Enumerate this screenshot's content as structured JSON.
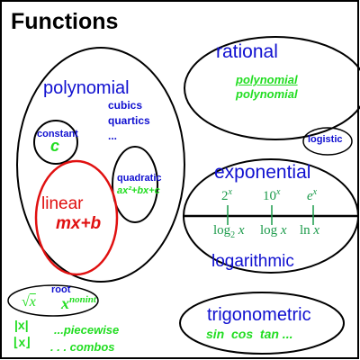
{
  "title": "Functions",
  "rational": {
    "label": "rational",
    "numerator": "polynomial",
    "denominator": "polynomial"
  },
  "polynomial": {
    "label": "polynomial",
    "more": [
      "cubics",
      "quartics",
      "..."
    ],
    "constant": {
      "label": "constant",
      "formula": "c"
    },
    "quadratic": {
      "label": "quadratic",
      "formula": "ax²+bx+c"
    },
    "linear": {
      "label": "linear",
      "formula": "mx+b"
    }
  },
  "logistic": "logistic",
  "exponential": {
    "label": "exponential",
    "top": [
      "2",
      "10",
      "e"
    ],
    "top_exp": "x",
    "bottom": [
      {
        "fn": "log",
        "sub": "2",
        "arg": "x"
      },
      {
        "fn": "log",
        "sub": "",
        "arg": "x"
      },
      {
        "fn": "ln",
        "sub": "",
        "arg": "x"
      }
    ],
    "log_label": "logarithmic"
  },
  "root": {
    "label": "root",
    "radical": "√",
    "radicand": "x",
    "power_base": "x",
    "power_exp": "nonint"
  },
  "piecewise": {
    "abs": "|x|",
    "floor": "⌊x⌋",
    "piecewise_text": "...piecewise",
    "combos_text": ". . . combos"
  },
  "trig": {
    "label": "trigonometric",
    "functions": "sin  cos  tan ..."
  },
  "colors": {
    "blue": "#1010d0",
    "green": "#22dd22",
    "red": "#e01010",
    "dark_green": "#1b9a4a",
    "black": "#000000"
  }
}
